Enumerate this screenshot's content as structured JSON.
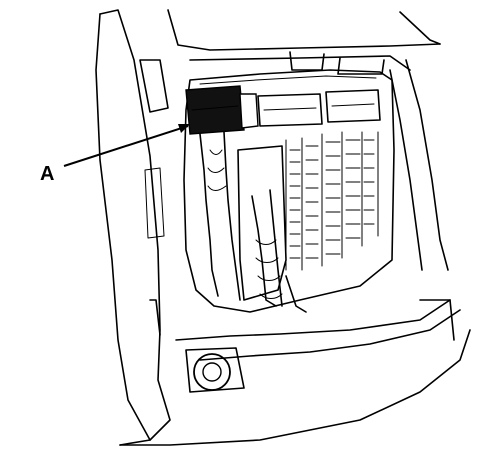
{
  "diagram": {
    "callouts": [
      {
        "id": "A",
        "label": "A",
        "target": "connector"
      }
    ],
    "colors": {
      "line": "#000000",
      "background": "#ffffff",
      "fill_dark": "#111111"
    }
  }
}
